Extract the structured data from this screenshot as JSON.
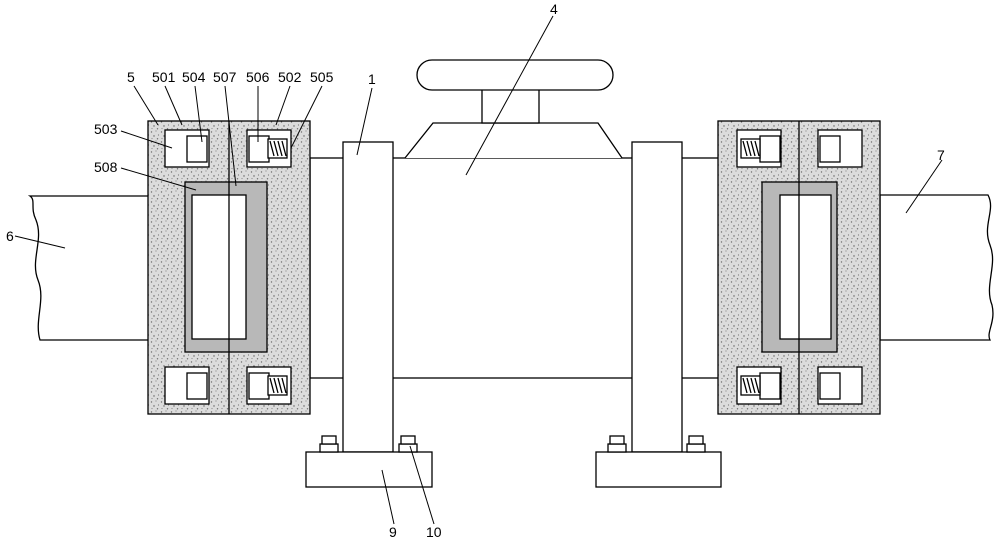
{
  "labels": {
    "l1": "1",
    "l4": "4",
    "l5": "5",
    "l501": "501",
    "l504": "504",
    "l507": "507",
    "l506": "506",
    "l502": "502",
    "l505": "505",
    "l503": "503",
    "l508": "508",
    "l6": "6",
    "l7": "7",
    "l9": "9",
    "l10": "10"
  }
}
